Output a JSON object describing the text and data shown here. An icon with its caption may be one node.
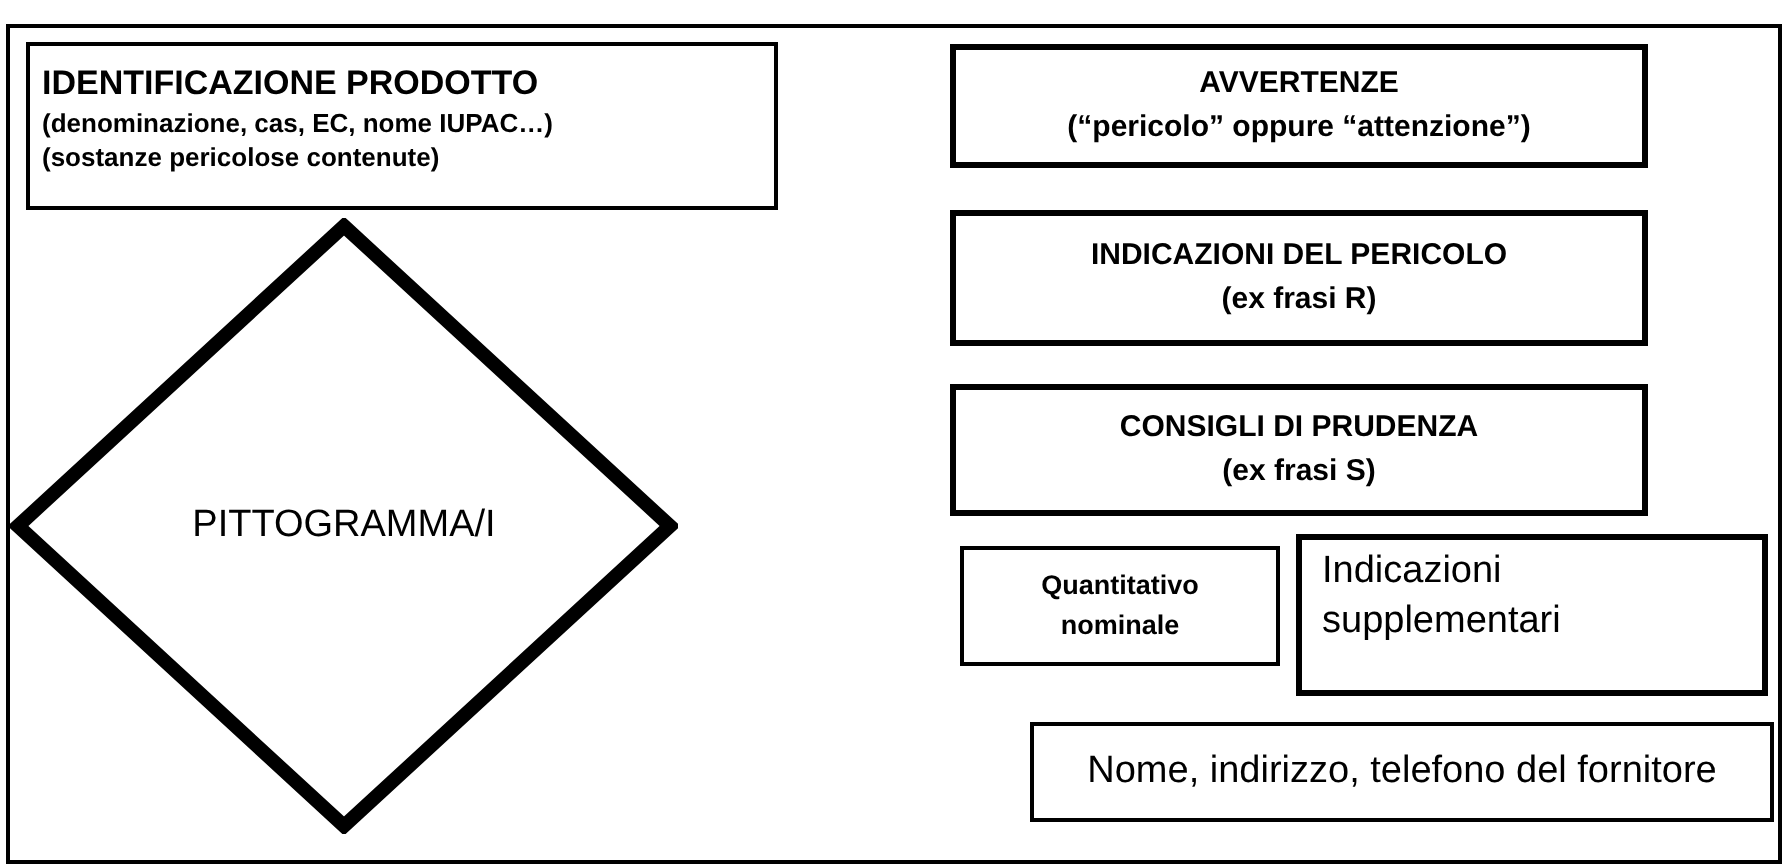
{
  "diagram": {
    "nodes": [
      {
        "text": [],
        "shape": "box"
      },
      {
        "text": [
          "IDENTIFICAZIONE PRODOTTO",
          "(denominazione, cas, EC, nome IUPAC…)",
          "(sostanze pericolose contenute)"
        ],
        "in": 0
      },
      {
        "text": [
          "PITTOGRAMMA/I"
        ],
        "in": 0
      },
      {
        "text": [
          "AVVERTENZE",
          "(“pericolo” oppure “attenzione”)"
        ],
        "in": 0
      },
      {
        "text": [
          "INDICAZIONI DEL PERICOLO",
          "(ex frasi R)"
        ],
        "in": 0
      },
      {
        "text": [
          "CONSIGLI DI PRUDENZA",
          "(ex frasi S)"
        ],
        "in": 0
      },
      {
        "text": [
          "Quantitativo nominale"
        ],
        "in": 0
      },
      {
        "text": [
          "Indicazioni supplementari"
        ],
        "in": 0
      },
      {
        "text": [
          "Nome, indirizzo, telefono del fornitore"
        ],
        "in": 0
      }
    ]
  }
}
